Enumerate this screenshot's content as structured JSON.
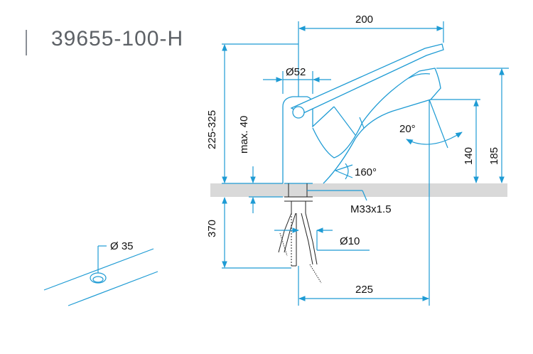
{
  "title": {
    "model_number": "39655-100-H"
  },
  "dimensions": {
    "spout_reach_top": "200",
    "base_diameter": "Ø52",
    "height_range": "225-325",
    "max_deck": "max. 40",
    "swivel_angle_spray": "20°",
    "spout_swivel": "160°",
    "height_140": "140",
    "height_185": "185",
    "thread": "M33x1.5",
    "hose_diameter": "Ø10",
    "below_deck": "370",
    "reach_bottom": "225",
    "hole_diameter": "Ø 35"
  },
  "colors": {
    "line": "#1e9bd4",
    "counter": "#d9d9d9",
    "title": "#5d6166"
  }
}
